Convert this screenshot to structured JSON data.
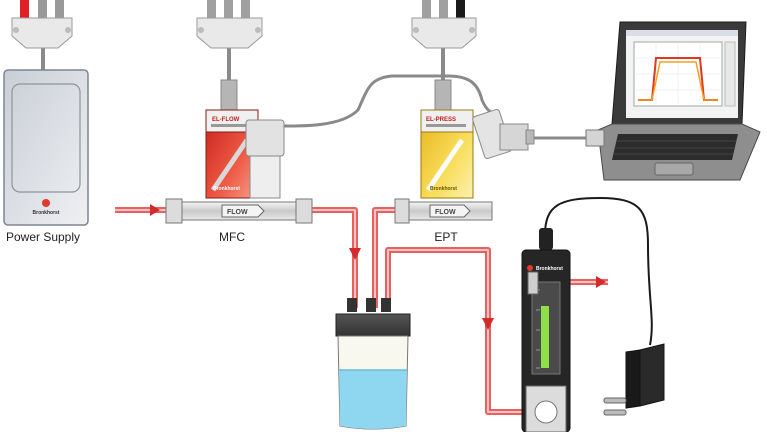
{
  "labels": {
    "power_supply": "Power Supply",
    "mfc": "MFC",
    "ept": "EPT"
  },
  "devices": {
    "brand": "Bronkhorst",
    "mfc_name": "EL-FLOW",
    "ept_name": "EL-PRESS",
    "flow_tag": "FLOW"
  },
  "colors": {
    "tube": "#e8605f",
    "tube_light": "#f7c4c2",
    "mfc_body": "#e23b2c",
    "ept_body": "#f2cc33",
    "liquid": "#8fd6f0",
    "connector_red": "#d7262b",
    "laptop_plot": "#e0371f",
    "meter_bar": "#8ee04a"
  }
}
